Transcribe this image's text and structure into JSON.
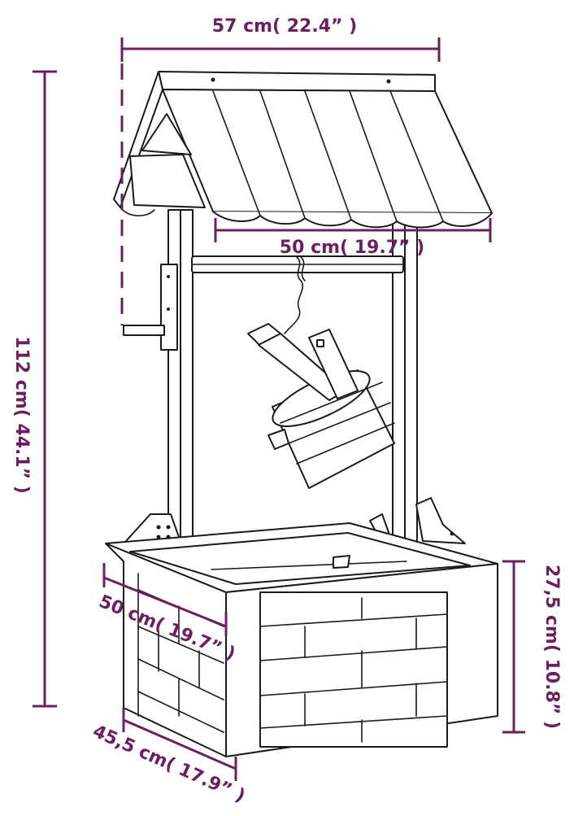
{
  "dimensions": {
    "width_top": "57 cm( 22.4” )",
    "roof_width": "50 cm( 19.7” )",
    "height_total": "112 cm( 44.1” )",
    "base_width": "50 cm( 19.7” )",
    "base_depth": "45,5 cm( 17.9” )",
    "base_height": "27,5 cm( 10.8” )"
  },
  "colors": {
    "dimension": "#6b1f5f",
    "outline": "#1a1a1a"
  }
}
